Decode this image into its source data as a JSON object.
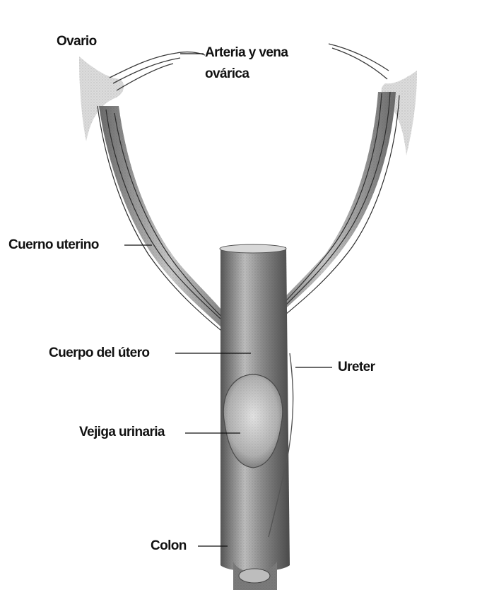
{
  "labels": {
    "ovario": "Ovario",
    "arteria_vena_line1": "Arteria y vena",
    "arteria_vena_line2": "ovárica",
    "cuerno_uterino": "Cuerno uterino",
    "cuerpo_utero": "Cuerpo del útero",
    "ureter": "Ureter",
    "vejiga_urinaria": "Vejiga urinaria",
    "colon": "Colon"
  },
  "colors": {
    "ink": "#1a1a1a",
    "tissue_dark": "#5a5a5a",
    "tissue_mid": "#9a9a9a",
    "tissue_light": "#d6d6d6",
    "background": "#ffffff"
  }
}
